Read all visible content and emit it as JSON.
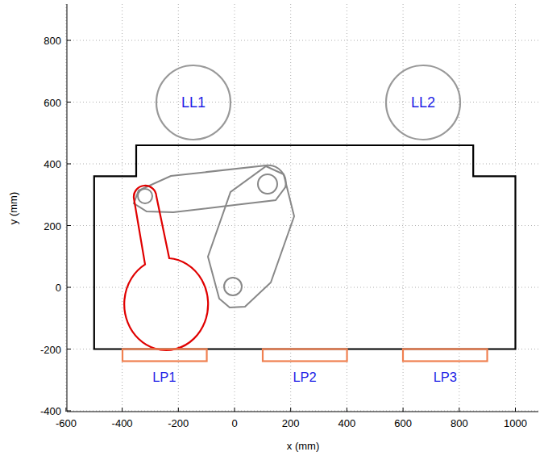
{
  "diagram": {
    "nodes": [
      {
        "text": [
          "LL1"
        ]
      },
      {
        "text": [
          "LL2"
        ]
      },
      {
        "text": [
          "LP1"
        ]
      },
      {
        "text": [
          "LP2"
        ]
      },
      {
        "text": [
          "LP3"
        ]
      }
    ],
    "labels": [
      "-600",
      "-400",
      "-200",
      "0",
      "200",
      "400",
      "600",
      "800",
      "1000",
      "-400",
      "-200",
      "0",
      "200",
      "400",
      "600",
      "800",
      "x (mm)",
      "y (mm)"
    ]
  }
}
